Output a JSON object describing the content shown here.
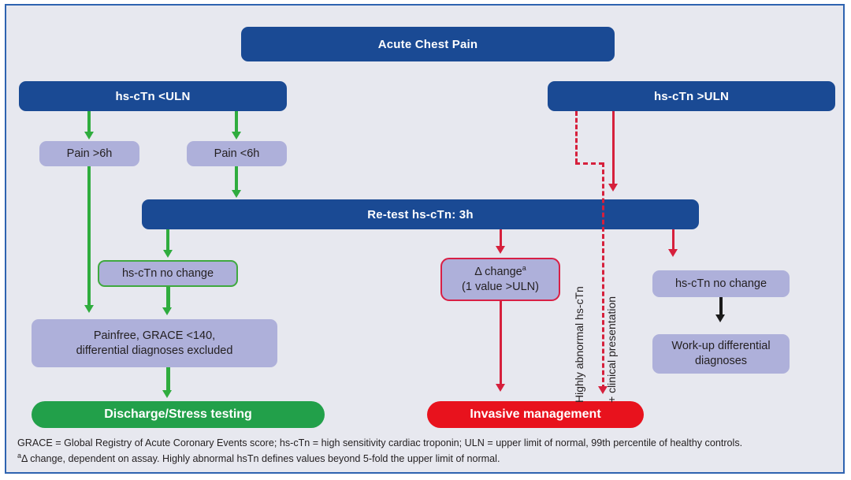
{
  "diagram": {
    "title": "Acute Chest Pain triage algorithm",
    "colors": {
      "background": "#e7e8ef",
      "frame_border": "#2e63b0",
      "navy": "#1a4a94",
      "lavender": "#aeb0da",
      "green": "#22a04a",
      "green_arrow": "#2fac3e",
      "red": "#e8121d",
      "red_arrow": "#d6203c",
      "black_arrow": "#1a1a1a"
    },
    "nodes": {
      "root": "Acute Chest Pain",
      "branch_low": "hs-cTn <ULN",
      "branch_high": "hs-cTn >ULN",
      "pain_long": "Pain >6h",
      "pain_short": "Pain <6h",
      "retest": "Re-test hs-cTn: 3h",
      "no_change_left": "hs-cTn no change",
      "delta_line1": "Δ change",
      "delta_sup": "a",
      "delta_line2": "(1  value  >ULN)",
      "no_change_right": "hs-cTn no change",
      "workup_line1": "Work-up differential",
      "workup_line2": "diagnoses",
      "painfree_line1": "Painfree, GRACE <140,",
      "painfree_line2": "differential diagnoses excluded",
      "discharge": "Discharge/Stress testing",
      "invasive": "Invasive management"
    },
    "edge_labels": {
      "highly_abnormal": "Highly abnormal hs-cTn",
      "clinical_presentation": "+ clinical presentation"
    },
    "footnote": {
      "line1": "GRACE = Global Registry of Acute Coronary Events score; hs-cTn = high sensitivity cardiac troponin; ULN = upper limit of normal, 99th percentile of healthy controls.",
      "line2_sup": "a",
      "line2": "Δ change, dependent on assay. Highly abnormal hsTn defines values beyond 5-fold the upper limit of normal."
    }
  }
}
